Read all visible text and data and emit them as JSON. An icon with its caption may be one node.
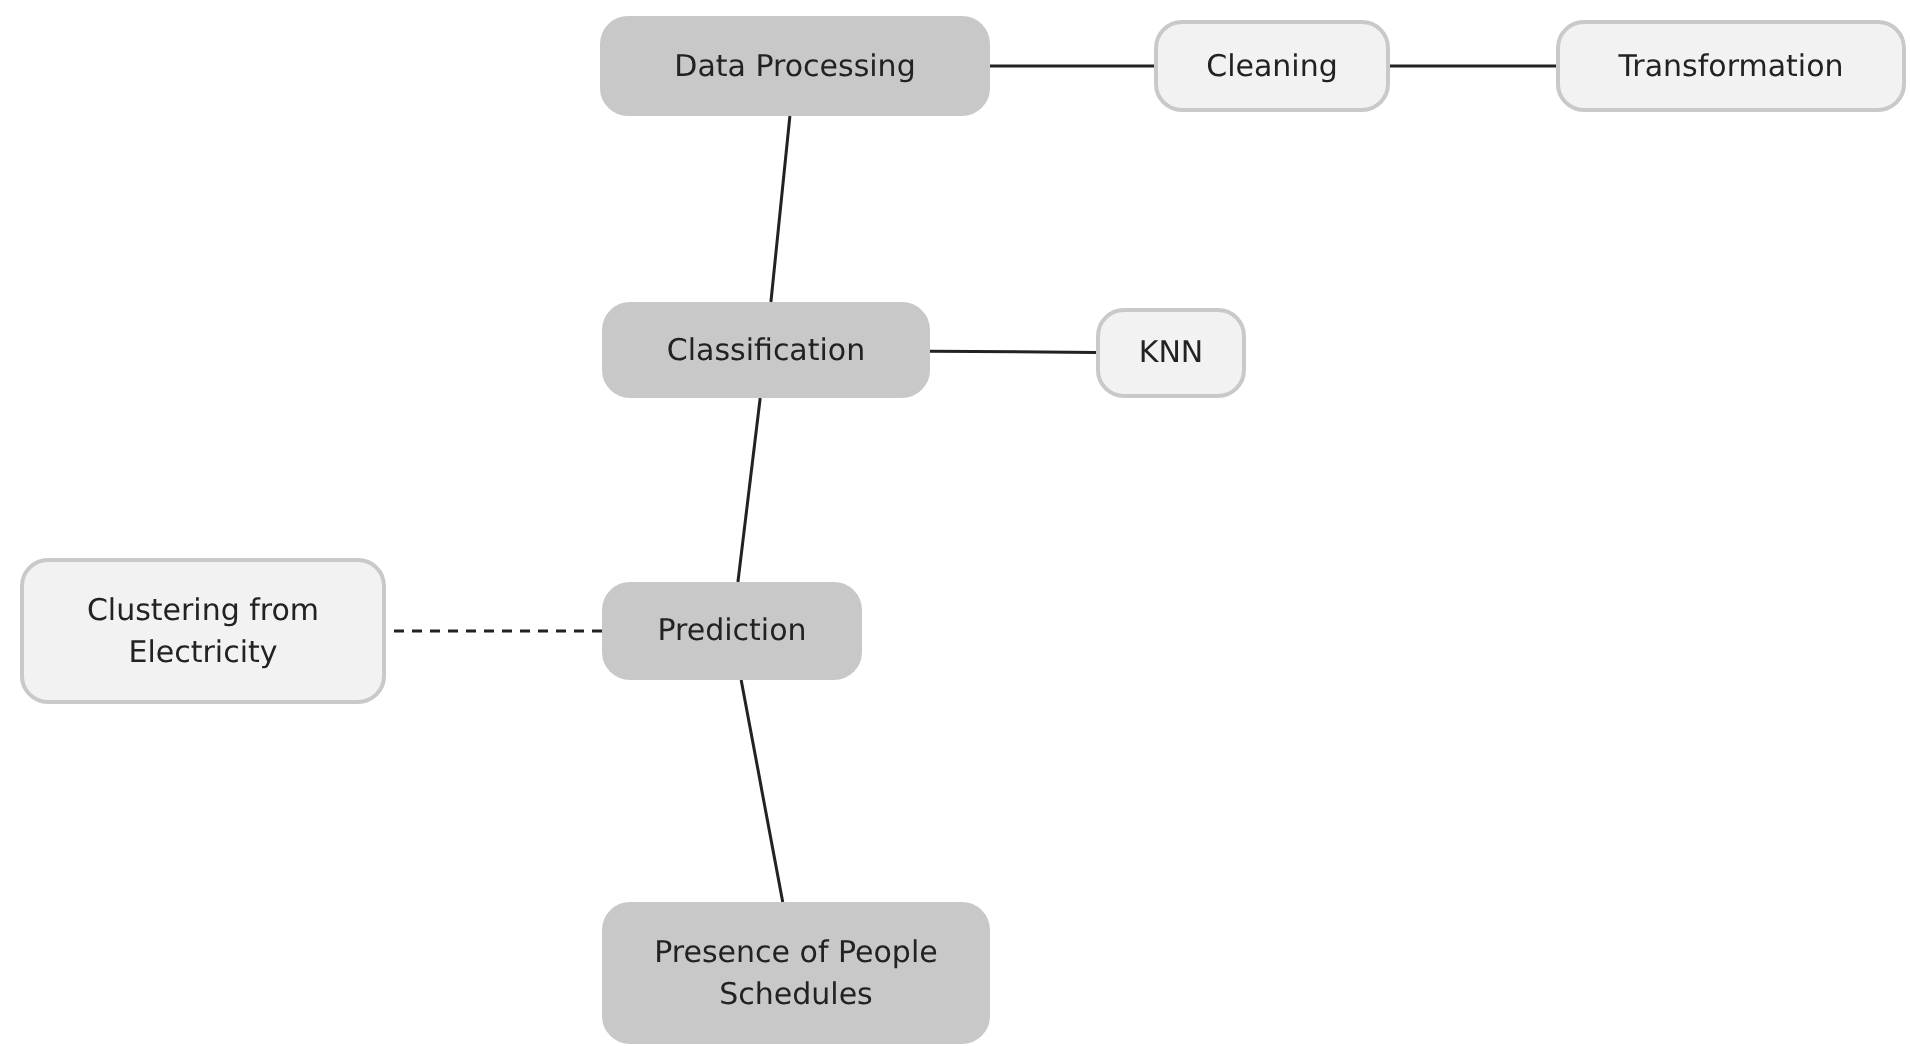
{
  "diagram": {
    "nodes": [
      {
        "text": [
          "Data Processing"
        ]
      },
      {
        "text": [
          "Cleaning"
        ]
      },
      {
        "text": [
          "Transformation"
        ]
      },
      {
        "text": [
          "Classification"
        ]
      },
      {
        "text": [
          "KNN"
        ]
      },
      {
        "text": [
          "Clustering from Electricity"
        ]
      },
      {
        "text": [
          "Prediction"
        ]
      },
      {
        "text": [
          "Presence of People Schedules"
        ]
      }
    ],
    "edges": [
      {
        "from": 0,
        "to": 1,
        "arrow": "none"
      },
      {
        "from": 1,
        "to": 2,
        "arrow": "none"
      },
      {
        "from": 0,
        "to": 3,
        "arrow": "none"
      },
      {
        "from": 3,
        "to": 4,
        "arrow": "none"
      },
      {
        "from": 3,
        "to": 6,
        "arrow": "none"
      },
      {
        "from": 6,
        "to": 5,
        "arrow": "none",
        "style": "dashed"
      },
      {
        "from": 6,
        "to": 7,
        "arrow": "none"
      }
    ]
  }
}
